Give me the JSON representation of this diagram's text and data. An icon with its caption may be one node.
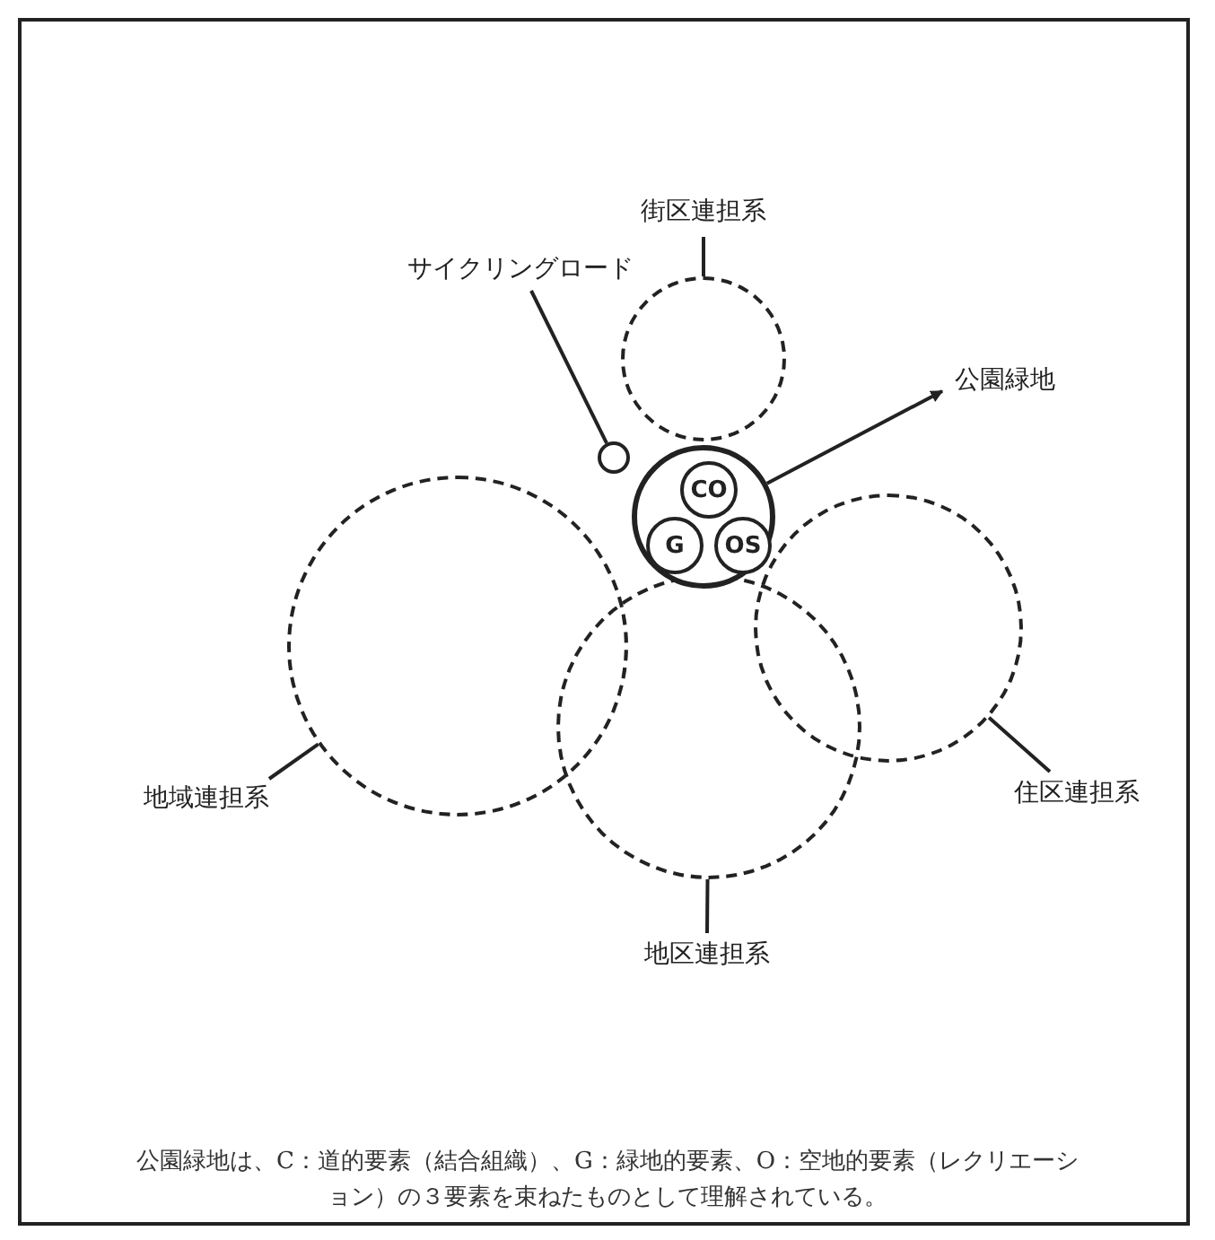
{
  "diagram": {
    "caption": "公園緑地は、C：道的要素（結合組織）、G：緑地的要素、O：空地的要素（レクリエーション）の３要素を束ねたものとして理解されている。",
    "nodes": [
      {
        "text": [
          "街区連担系"
        ]
      },
      {
        "text": [
          "サイクリングロード"
        ]
      },
      {
        "text": [
          "公園緑地"
        ]
      },
      {
        "text": [],
        "shape": "circle"
      },
      {
        "text": [],
        "shape": "circle"
      },
      {
        "text": [],
        "shape": "circle"
      },
      {
        "text": [
          "CO"
        ],
        "in": 5
      },
      {
        "text": [
          "G"
        ],
        "in": 5
      },
      {
        "text": [
          "OS"
        ],
        "in": 5
      },
      {
        "text": [],
        "shape": "circle"
      },
      {
        "text": [],
        "shape": "circle"
      },
      {
        "text": [],
        "shape": "circle"
      },
      {
        "text": [
          "住区連担系"
        ]
      },
      {
        "text": [
          "地域連担系"
        ]
      },
      {
        "text": [
          "地区連担系"
        ]
      }
    ],
    "edges": [
      {
        "from": 0,
        "to": 3,
        "arrow": "none"
      },
      {
        "from": 1,
        "to": 4,
        "arrow": "none"
      },
      {
        "from": 5,
        "to": 2,
        "arrow": "to"
      },
      {
        "from": 12,
        "to": 10,
        "arrow": "none"
      },
      {
        "from": 13,
        "to": 9,
        "arrow": "none"
      },
      {
        "from": 14,
        "to": 11,
        "arrow": "none"
      }
    ]
  }
}
